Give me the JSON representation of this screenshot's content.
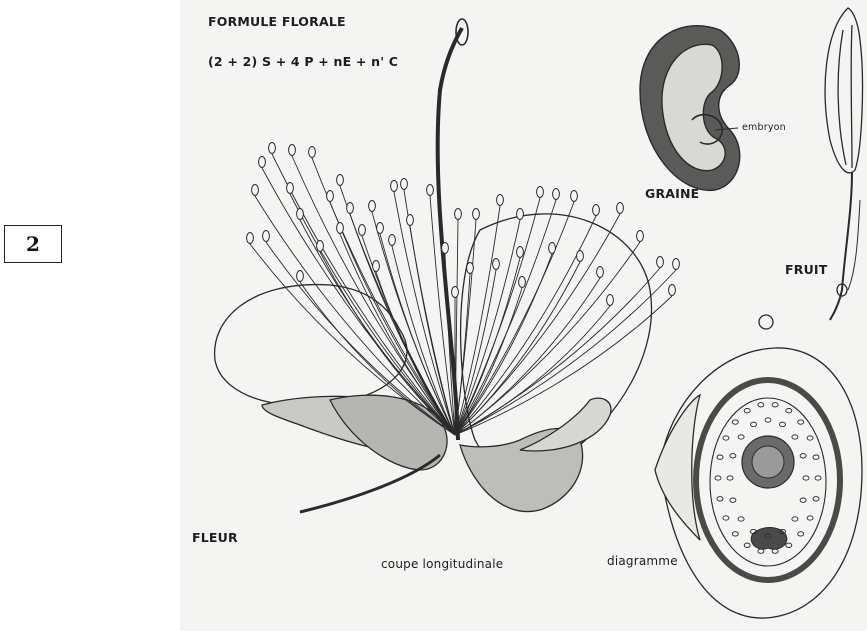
{
  "plate_number": "2",
  "labels": {
    "formule_title": "FORMULE FLORALE",
    "formule": "(2 + 2) S + 4 P + nE + n' C",
    "embryon": "embryon",
    "graine": "GRAINE",
    "fruit": "FRUIT",
    "fleur": "FLEUR",
    "coupe": "coupe longitudinale",
    "diagramme": "diagramme"
  },
  "colors": {
    "ink": "#2a2a2a",
    "paper": "#f4f4f2",
    "shade": "#9a9a98"
  }
}
